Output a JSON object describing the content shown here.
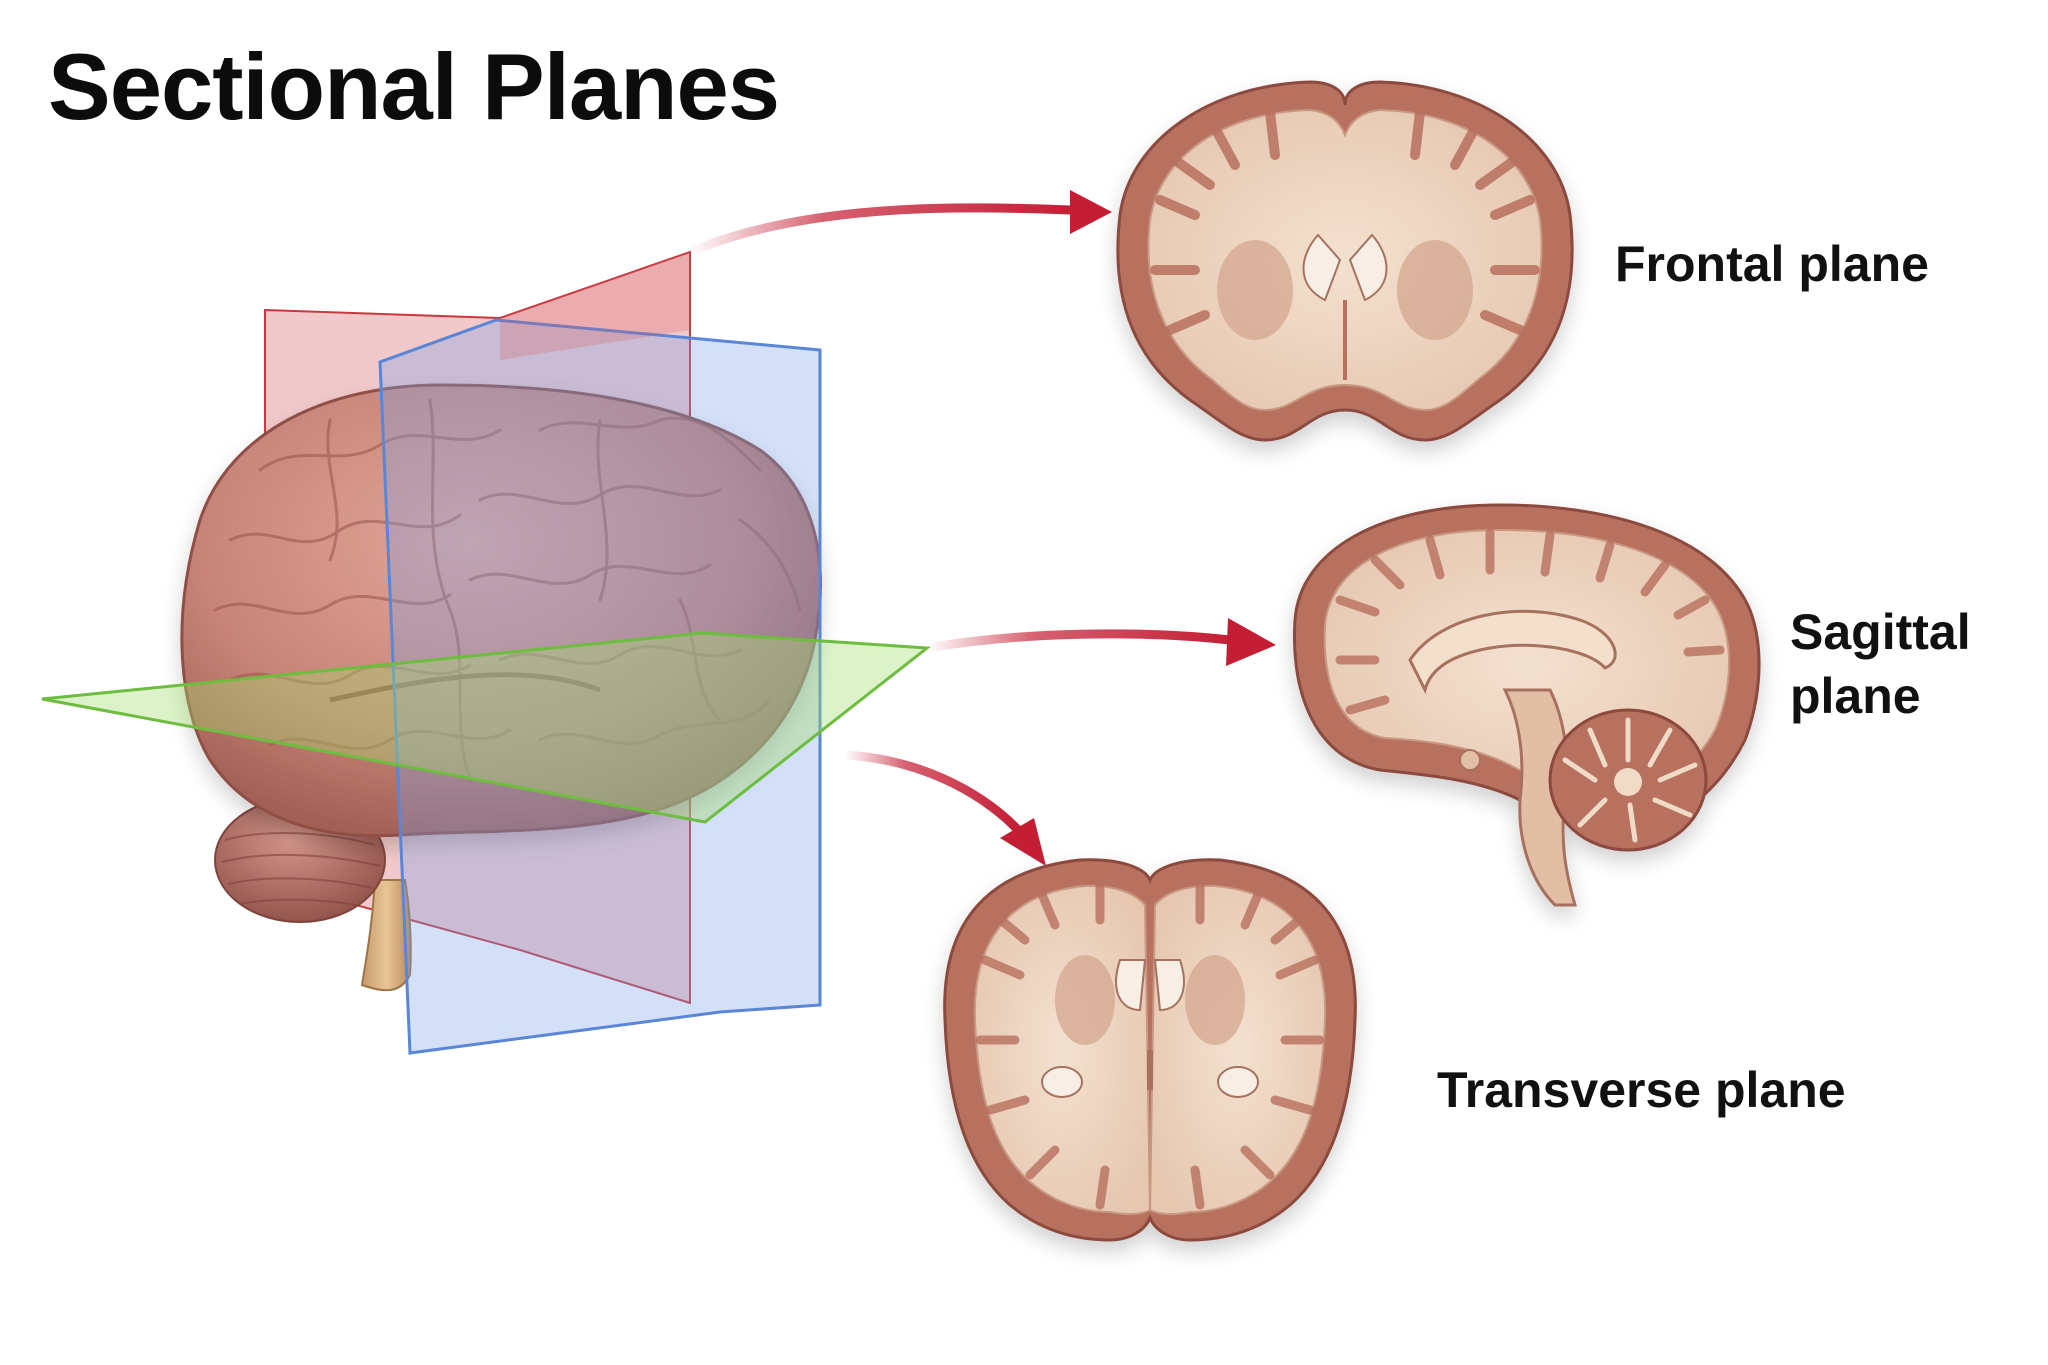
{
  "title": "Sectional Planes",
  "colors": {
    "frontal_plane": "#c9383f",
    "sagittal_plane": "#5a86d8",
    "transverse_plane": "#6dbd3f",
    "arrow": "#c41e34",
    "brain_surface": "#c88478",
    "grey_matter": "#b8705f",
    "white_matter": "#efd9c6"
  },
  "labels": {
    "frontal": "Frontal plane",
    "sagittal": "Sagittal plane",
    "transverse": "Transverse plane"
  },
  "icons": [
    "brain-illustration",
    "frontal-section-illustration",
    "sagittal-section-illustration",
    "transverse-section-illustration",
    "arrow-icon"
  ]
}
